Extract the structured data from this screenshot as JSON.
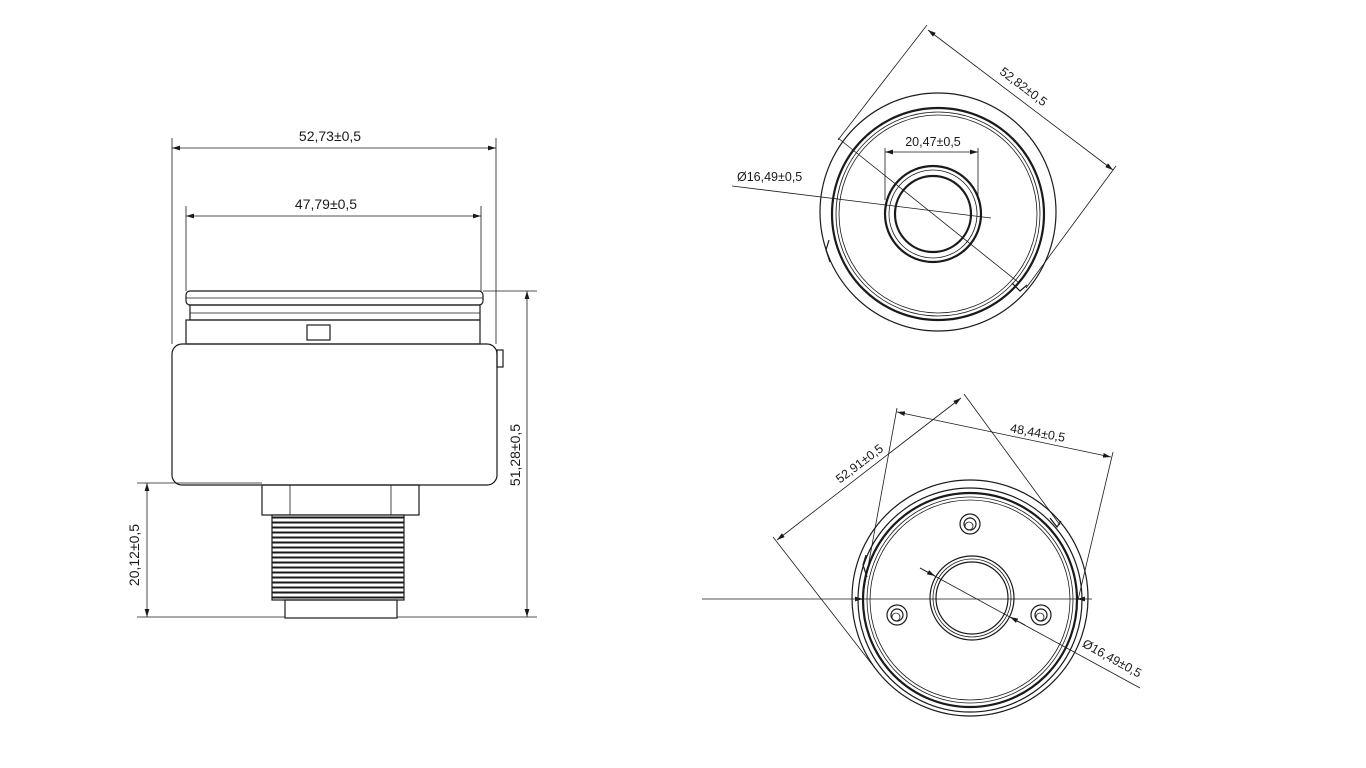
{
  "side_view": {
    "overall_width": "52,73±0,5",
    "top_width": "47,79±0,5",
    "overall_height": "51,28±0,5",
    "thread_height": "20,12±0,5"
  },
  "top_view": {
    "outer_diameter": "52,82±0,5",
    "hub_width": "20,47±0,5",
    "bore_diameter": "Ø16,49±0,5"
  },
  "bottom_view": {
    "outer_diameter": "52,91±0,5",
    "flange_width": "48,44±0,5",
    "bore_diameter": "Ø16,49±0,5"
  }
}
